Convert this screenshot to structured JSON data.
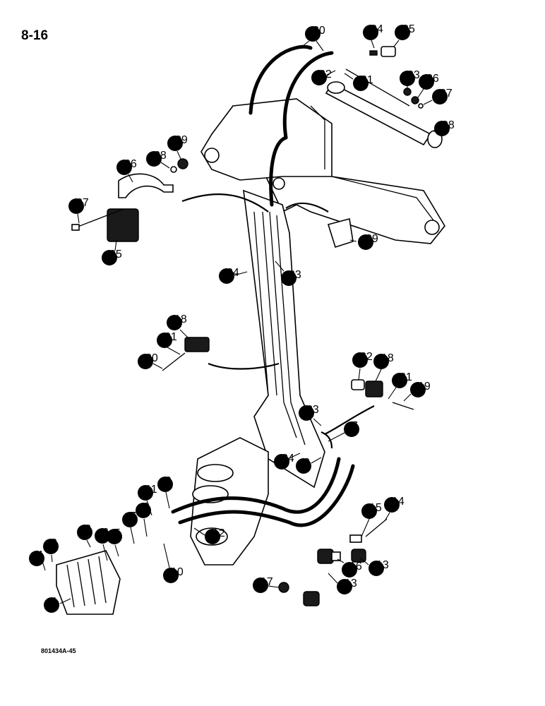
{
  "header": {
    "page_number": "8-16"
  },
  "footer": {
    "drawing_code": "801434A-45"
  },
  "callouts": [
    {
      "label": "1"
    },
    {
      "label": "2"
    },
    {
      "label": "3"
    },
    {
      "label": "4"
    },
    {
      "label": "5"
    },
    {
      "label": "6"
    },
    {
      "label": "7"
    },
    {
      "label": "7"
    },
    {
      "label": "8"
    },
    {
      "label": "8"
    },
    {
      "label": "9"
    },
    {
      "label": "10"
    },
    {
      "label": "11"
    },
    {
      "label": "12"
    },
    {
      "label": "13"
    },
    {
      "label": "13"
    },
    {
      "label": "14"
    },
    {
      "label": "15"
    },
    {
      "label": "16"
    },
    {
      "label": "17"
    },
    {
      "label": "18"
    },
    {
      "label": "18"
    },
    {
      "label": "19"
    },
    {
      "label": "20"
    },
    {
      "label": "21"
    },
    {
      "label": "21"
    },
    {
      "label": "22"
    },
    {
      "label": "23"
    },
    {
      "label": "23"
    },
    {
      "label": "24"
    },
    {
      "label": "24"
    },
    {
      "label": "25"
    },
    {
      "label": "26"
    },
    {
      "label": "27"
    },
    {
      "label": "28"
    },
    {
      "label": "29"
    },
    {
      "label": "30"
    },
    {
      "label": "31"
    },
    {
      "label": "32"
    },
    {
      "label": "33"
    },
    {
      "label": "34"
    },
    {
      "label": "35"
    },
    {
      "label": "36"
    },
    {
      "label": "37"
    },
    {
      "label": "38"
    },
    {
      "label": "39"
    }
  ]
}
